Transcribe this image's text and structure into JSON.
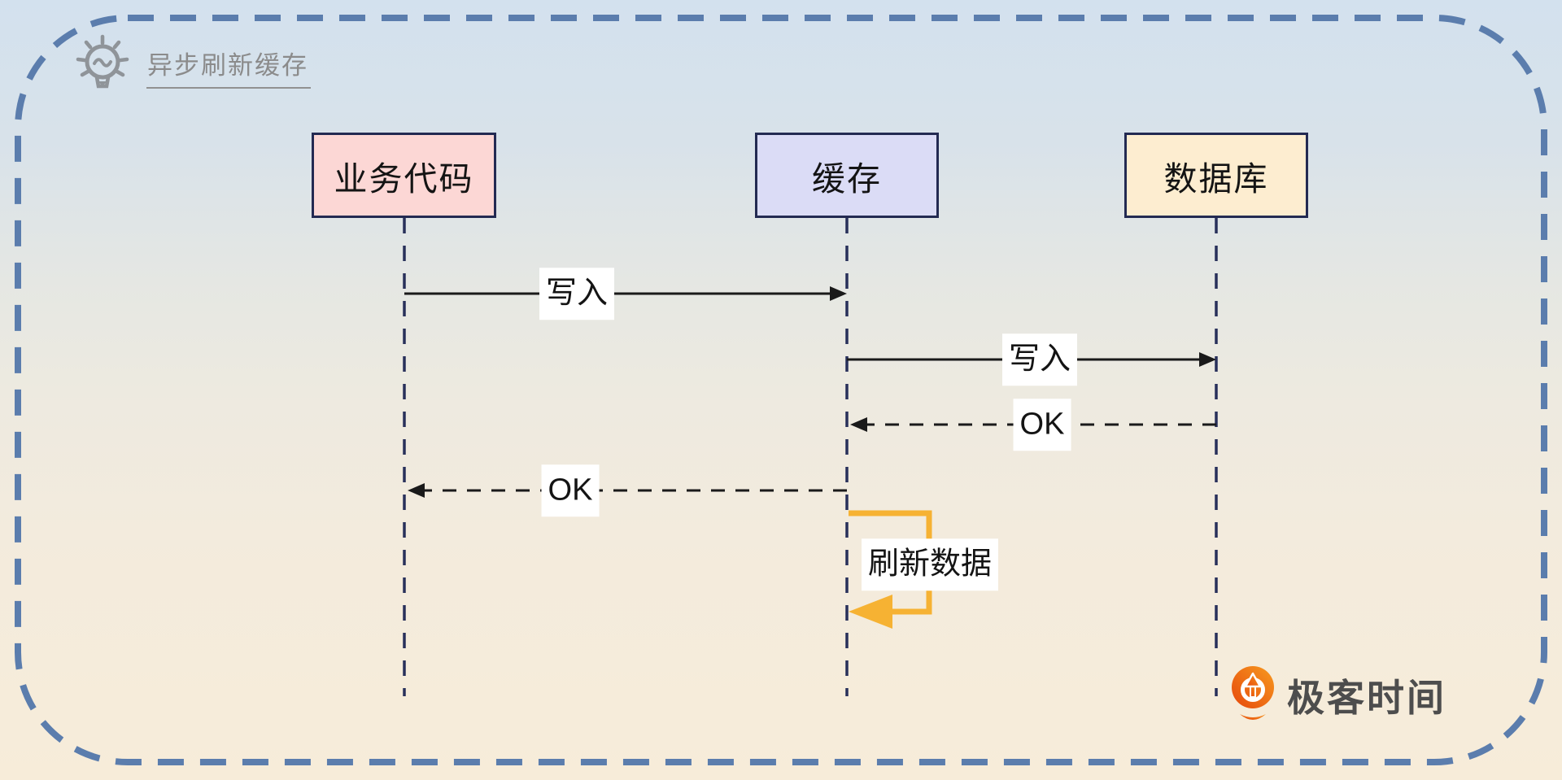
{
  "diagram": {
    "title": "异步刷新缓存",
    "actors": [
      {
        "label": "业务代码",
        "fill": "#fcd7d5"
      },
      {
        "label": "缓存",
        "fill": "#dbdcf6"
      },
      {
        "label": "数据库",
        "fill": "#fdedd0"
      }
    ],
    "messages": [
      {
        "label": "写入",
        "from": "业务代码",
        "to": "缓存",
        "line": "solid"
      },
      {
        "label": "写入",
        "from": "缓存",
        "to": "数据库",
        "line": "solid"
      },
      {
        "label": "OK",
        "from": "数据库",
        "to": "缓存",
        "line": "dashed"
      },
      {
        "label": "OK",
        "from": "缓存",
        "to": "业务代码",
        "line": "dashed"
      },
      {
        "label": "刷新数据",
        "from": "缓存",
        "to": "缓存",
        "line": "self-loop",
        "color": "#f6b233"
      }
    ],
    "colors": {
      "frame_border": "#5b7dad",
      "lifeline": "#28305a",
      "actor_border": "#232a52",
      "message_line": "#1a1a1a",
      "self_loop": "#f6b233",
      "title_text": "#8b8b8b",
      "background_top": "#d3e1ee",
      "background_bottom": "#f7ecd9"
    }
  },
  "branding": {
    "logo_text": "极客时间",
    "logo_color": "#ee6a12"
  }
}
